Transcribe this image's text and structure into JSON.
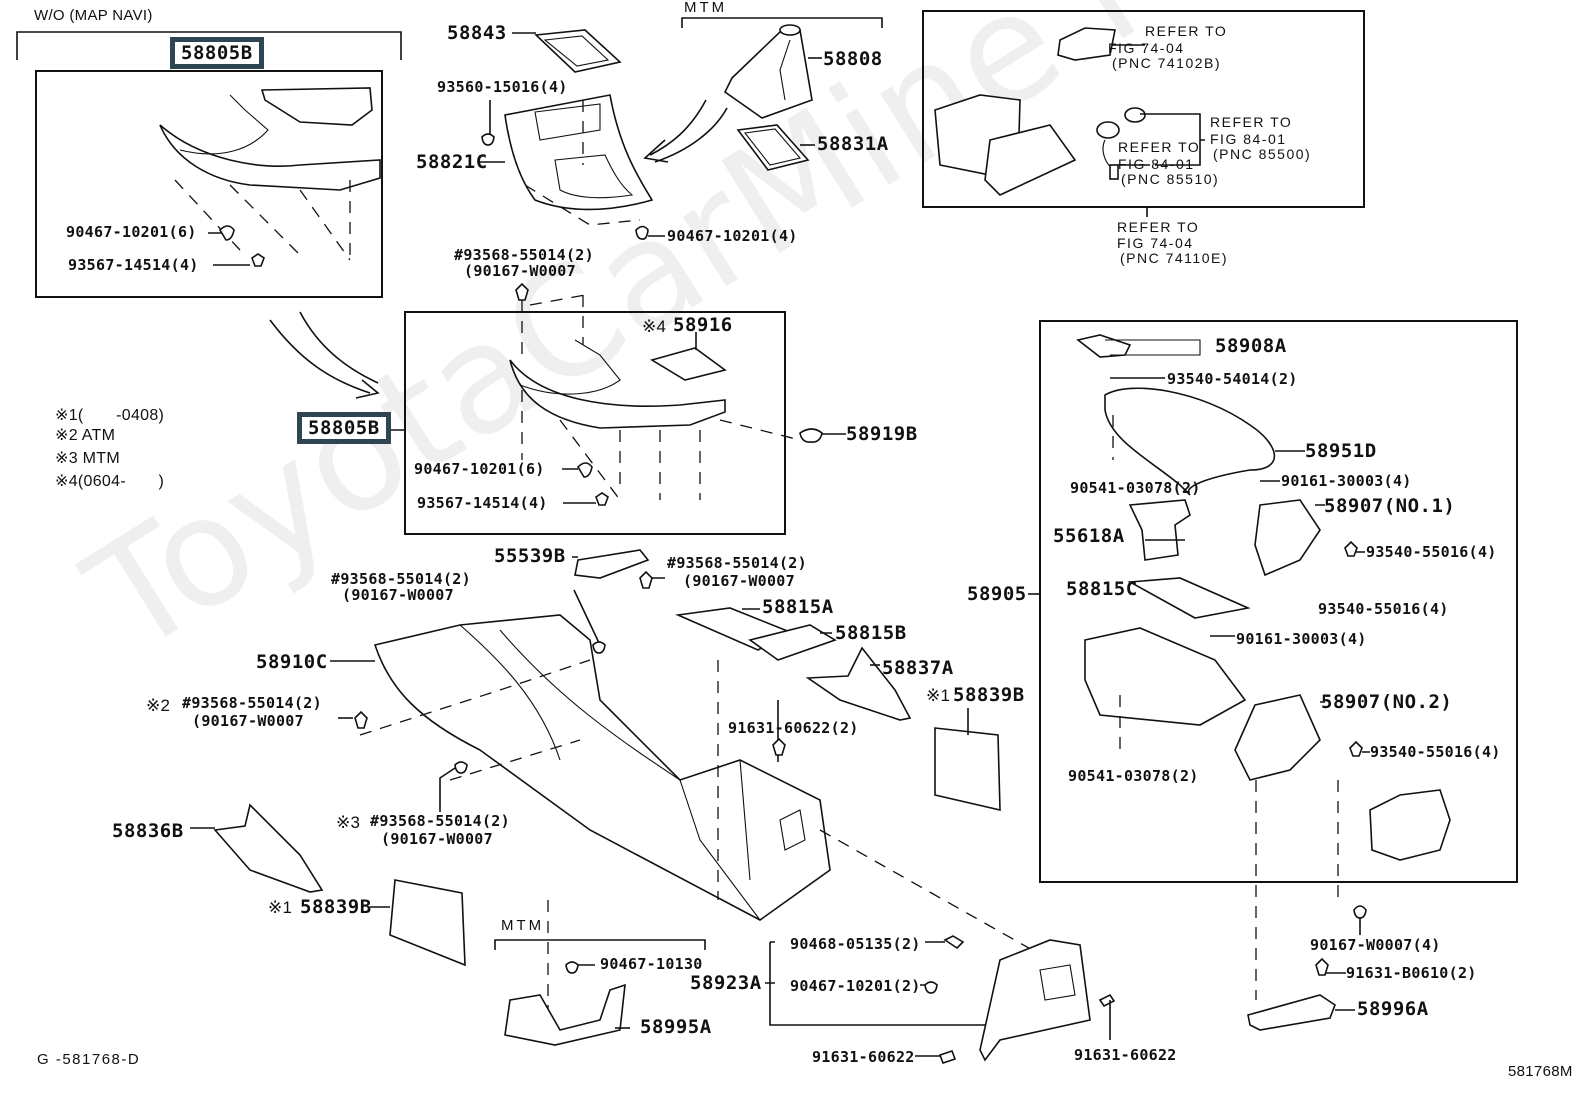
{
  "figure": {
    "id_bottom_left": "G -581768-D",
    "id_bottom_right": "581768M",
    "watermark": "ToyotaCarMine.ru"
  },
  "groups": {
    "wo_map_navi": "W/O (MAP NAVI)",
    "mtm_top": "MTM",
    "mtm_bottom": "MTM"
  },
  "notes": [
    "※1(　　-0408)",
    "※2 ATM",
    "※3 MTM",
    "※4(0604-　　)"
  ],
  "parts": {
    "p58805B_top": "58805B",
    "p58805B_mid": "58805B",
    "p90467_10201_6_a": "90467-10201(6)",
    "p93567_14514_4_a": "93567-14514(4)",
    "p90467_10201_6_b": "90467-10201(6)",
    "p93567_14514_4_b": "93567-14514(4)",
    "p58843": "58843",
    "p93560_15016": "93560-15016(4)",
    "p58821C": "58821C",
    "p90467_10201_4": "90467-10201(4)",
    "p58808": "58808",
    "p58831A": "58831A",
    "p93568_top": "#93568-55014(2)",
    "p90167_top": "(90167-W0007",
    "p58916_prefix": "※4",
    "p58916": "58916",
    "p58919B": "58919B",
    "p55539B": "55539B",
    "p93568_mid_right": "#93568-55014(2)",
    "p90167_mid_right": "(90167-W0007",
    "p93568_mid_left": "#93568-55014(2)",
    "p90167_mid_left": "(90167-W0007",
    "p58910C": "58910C",
    "p58815A": "58815A",
    "p58815B": "58815B",
    "p58837A": "58837A",
    "p58839B_right_prefix": "※1",
    "p58839B_right": "58839B",
    "p93568_atm_prefix": "※2",
    "p93568_atm": "#93568-55014(2)",
    "p90167_atm": "(90167-W0007",
    "p91631_60622_2": "91631-60622(2)",
    "p93568_mtm_prefix": "※3",
    "p93568_mtm": "#93568-55014(2)",
    "p90167_mtm": "(90167-W0007",
    "p58836B": "58836B",
    "p58839B_left_prefix": "※1",
    "p58839B_left": "58839B",
    "p90467_10130": "90467-10130",
    "p58995A": "58995A",
    "p58923A": "58923A",
    "p90468_05135": "90468-05135(2)",
    "p90467_10201_2": "90467-10201(2)",
    "p91631_60622_a": "91631-60622",
    "p91631_60622_b": "91631-60622",
    "p58908A": "58908A",
    "p93540_54014": "93540-54014(2)",
    "p58951D": "58951D",
    "p90541_03078_a": "90541-03078(2)",
    "p90161_30003_a": "90161-30003(4)",
    "p58907_no1": "58907(NO.1)",
    "p55618A": "55618A",
    "p93540_55016_a": "93540-55016(4)",
    "p93540_55016_b": "93540-55016(4)",
    "p58905": "58905",
    "p58815C": "58815C",
    "p90161_30003_b": "90161-30003(4)",
    "p58907_no2": "58907(NO.2)",
    "p93540_55016_c": "93540-55016(4)",
    "p90541_03078_b": "90541-03078(2)",
    "p90167_W0007_4": "90167-W0007(4)",
    "p91631_B0610": "91631-B0610(2)",
    "p58996A": "58996A"
  },
  "references": [
    {
      "line1": "REFER TO",
      "line2": "FIG 74-04",
      "line3": "(PNC 74102B)"
    },
    {
      "line1": "REFER TO",
      "line2": "FIG 84-01",
      "line3": "(PNC 85500)"
    },
    {
      "line1": "REFER TO",
      "line2": "FIG 84-01",
      "line3": "(PNC 85510)"
    },
    {
      "line1": "REFER TO",
      "line2": "FIG 74-04",
      "line3": "(PNC 74110E)"
    }
  ]
}
